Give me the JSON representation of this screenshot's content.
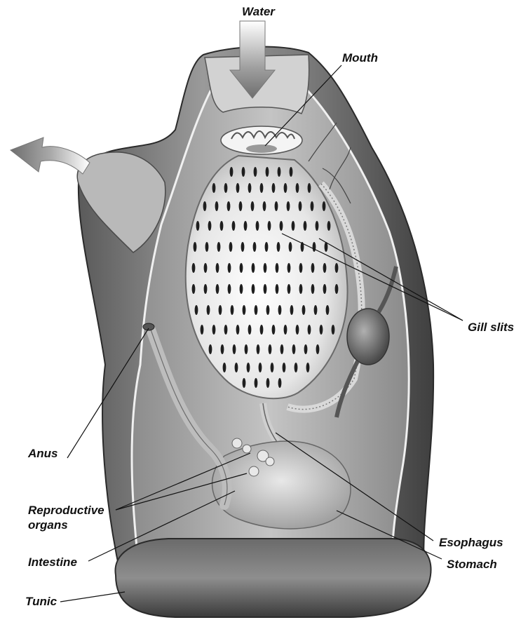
{
  "labels": {
    "water": "Water",
    "mouth": "Mouth",
    "gill_slits": "Gill slits",
    "anus": "Anus",
    "reproductive_organs": [
      "Reproductive",
      "organs"
    ],
    "intestine": "Intestine",
    "esophagus": "Esophagus",
    "stomach": "Stomach",
    "tunic": "Tunic"
  }
}
